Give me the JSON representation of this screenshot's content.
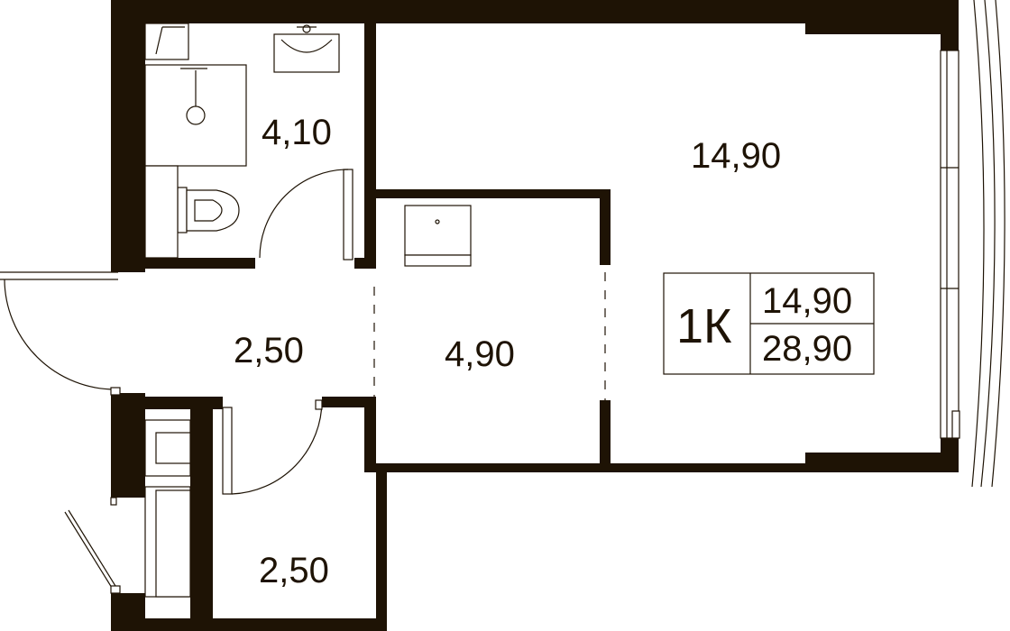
{
  "rooms": {
    "bathroom_area": "4,10",
    "living_area": "14,90",
    "hall_area": "2,50",
    "kitchen_area": "4,90",
    "storage_area": "2,50"
  },
  "legend": {
    "type": "1К",
    "living": "14,90",
    "total": "28,90"
  }
}
